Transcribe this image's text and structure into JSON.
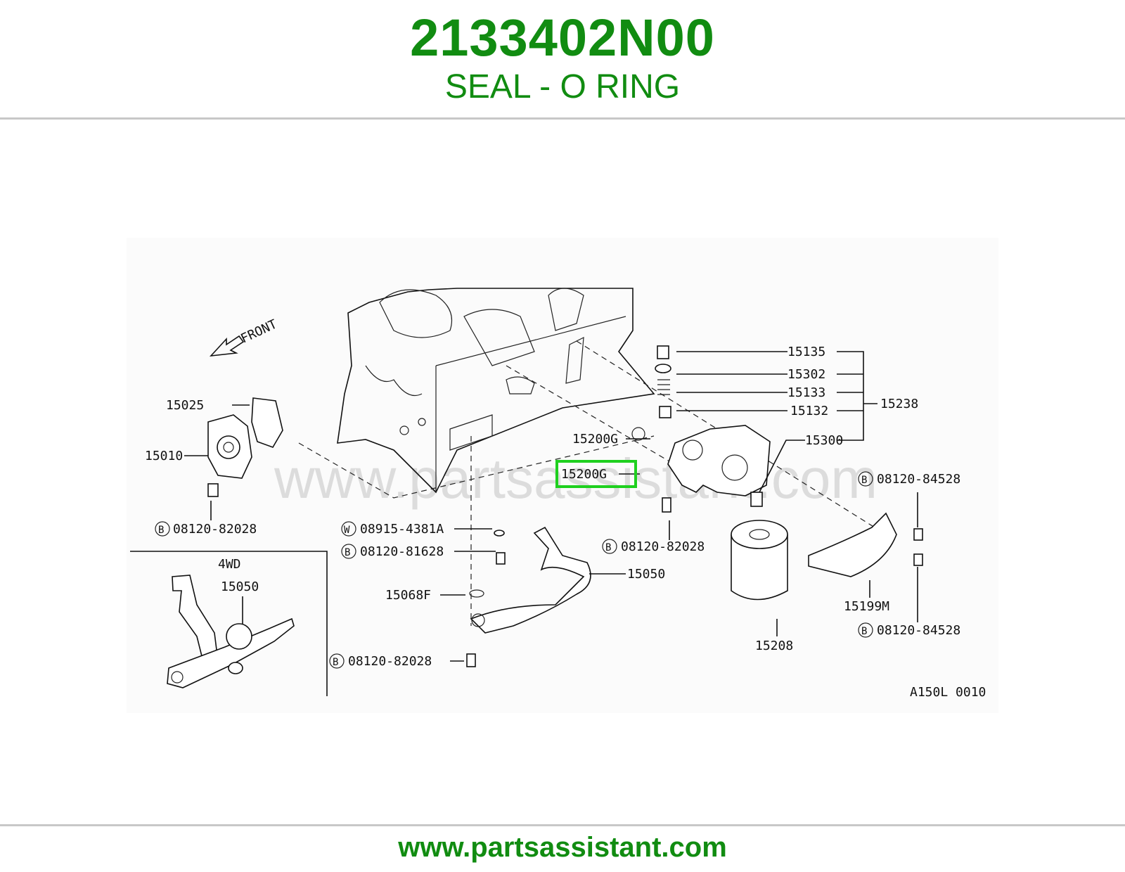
{
  "header": {
    "part_number": "2133402N00",
    "part_description": "SEAL - O RING"
  },
  "diagram": {
    "watermark": "www.partsassistant.com",
    "front_label": "FRONT",
    "inset_title": "4WD",
    "inset_part": "15050",
    "figure_code": "A150L 0010",
    "highlighted_label": "15200G",
    "labels": {
      "p15135": "15135",
      "p15302": "15302",
      "p15133": "15133",
      "p15132": "15132",
      "p15238": "15238",
      "p15300": "15300",
      "p15200g_a": "15200G",
      "p15200g_b": "15200G",
      "p15025": "15025",
      "p15010": "15010",
      "b_08120_82028_left": "08120-82028",
      "w_08915_4381a": "08915-4381A",
      "b_08120_81628": "08120-81628",
      "p15068f": "15068F",
      "b_08120_82028_bottom": "08120-82028",
      "p15050": "15050",
      "b_08120_82028_mid": "08120-82028",
      "p15208": "15208",
      "b_08120_84528_top": "08120-84528",
      "p15199m": "15199M",
      "b_08120_84528_bottom": "08120-84528"
    },
    "markers": {
      "bolt": "B",
      "washer": "W"
    }
  },
  "footer": {
    "url": "www.partsassistant.com"
  },
  "colors": {
    "brand_green": "#118c11",
    "highlight_green": "#1fd01f",
    "rule_gray": "#c8c8c8"
  }
}
